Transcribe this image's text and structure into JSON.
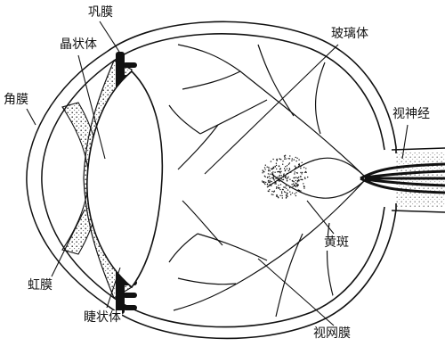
{
  "diagram": {
    "labels": {
      "sclera": "巩膜",
      "lens": "晶状体",
      "vitreous": "玻璃体",
      "cornea": "角膜",
      "optic_nerve": "视神经",
      "macula": "黄斑",
      "iris": "虹膜",
      "ciliary_body": "睫状体",
      "retina": "视网膜"
    },
    "colors": {
      "ink": "#111111",
      "background": "#ffffff",
      "bleed_text": "#d8d8d8"
    }
  }
}
